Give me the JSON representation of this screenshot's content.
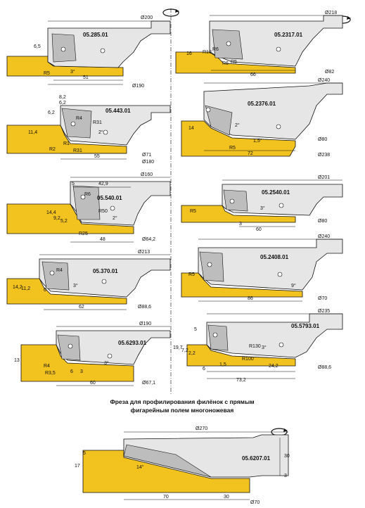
{
  "caption": {
    "line1": "Фреза для профилирования филёнок с прямым",
    "line2": "фигарейным полем многоножевая"
  },
  "cutters": [
    {
      "code": "05.285.01",
      "labels": [
        "Ø200",
        "6,5",
        "R5",
        "3°",
        "51",
        "Ø190"
      ]
    },
    {
      "code": "05.2317.01",
      "labels": [
        "Ø218",
        "R13",
        "R6",
        "16",
        "R6",
        "R5",
        "66",
        "Ø82"
      ]
    },
    {
      "code": "05.443.01",
      "labels": [
        "6,2",
        "8,2",
        "6,2",
        "R4",
        "R31",
        "11,4",
        "R2",
        "R1",
        "R31",
        "2°",
        "55",
        "Ø71",
        "Ø180"
      ]
    },
    {
      "code": "05.2376.01",
      "labels": [
        "Ø240",
        "14",
        "2°",
        "R5",
        "1,5°",
        "72",
        "Ø80",
        "Ø238"
      ]
    },
    {
      "code": "05.540.01",
      "labels": [
        "Ø160",
        "42,9",
        "5",
        "R6",
        "R50",
        "14,4",
        "9,2",
        "5,2",
        "R25",
        "2°",
        "48",
        "Ø64,2"
      ]
    },
    {
      "code": "05.2540.01",
      "labels": [
        "Ø201",
        "R5",
        "3°",
        "3",
        "60",
        "Ø80"
      ]
    },
    {
      "code": "05.370.01",
      "labels": [
        "Ø213",
        "R4",
        "14,2",
        "11,2",
        "6",
        "3°",
        "62",
        "Ø88,6"
      ]
    },
    {
      "code": "05.2408.01",
      "labels": [
        "Ø240",
        "R5",
        "9°",
        "86",
        "Ø70"
      ]
    },
    {
      "code": "05.6293.01",
      "labels": [
        "Ø190",
        "13",
        "R4",
        "R3,5",
        "6",
        "3",
        "3°",
        "60",
        "Ø67,1"
      ]
    },
    {
      "code": "05.5793.01",
      "labels": [
        "Ø235",
        "5",
        "19,7",
        "7,2",
        "2,2",
        "R130",
        "R100",
        "3°",
        "1,5",
        "6",
        "24,2",
        "73,2",
        "Ø88,6"
      ]
    },
    {
      "code": "05.6207.01",
      "labels": [
        "Ø270",
        "17",
        "5",
        "14°",
        "30",
        "3",
        "70",
        "30",
        "Ø70"
      ]
    }
  ],
  "colors": {
    "wood": "#f2c21e",
    "body": "#e6e6e6",
    "blade": "#bdbdbd",
    "ink": "#111111"
  },
  "icons": [
    "rotation-arrow-icon"
  ]
}
